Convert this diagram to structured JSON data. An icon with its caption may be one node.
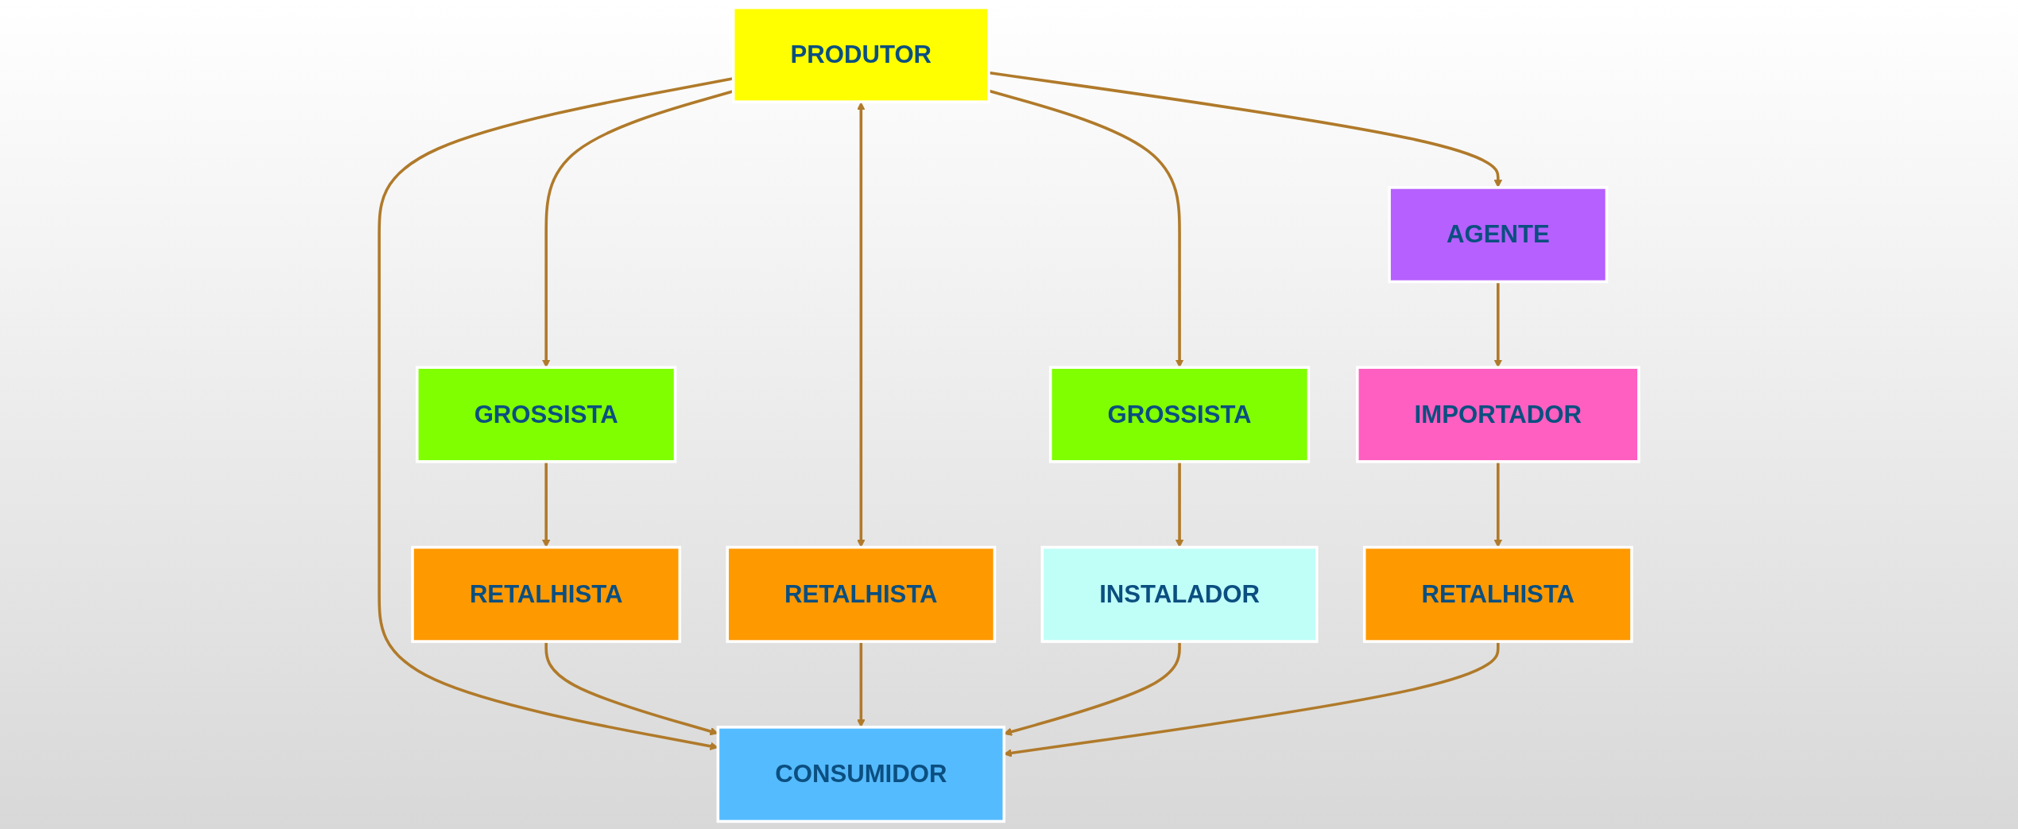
{
  "diagram": {
    "nodes": [
      {
        "text": [
          "PRODUTOR"
        ]
      },
      {
        "text": [
          "GROSSISTA"
        ]
      },
      {
        "text": [
          "GROSSISTA"
        ]
      },
      {
        "text": [
          "AGENTE"
        ]
      },
      {
        "text": [
          "RETALHISTA"
        ]
      },
      {
        "text": [
          "RETALHISTA"
        ]
      },
      {
        "text": [
          "INSTALADOR"
        ]
      },
      {
        "text": [
          "IMPORTADOR"
        ]
      },
      {
        "text": [
          "RETALHISTA"
        ]
      },
      {
        "text": [
          "CONSUMIDOR"
        ]
      }
    ],
    "edges": [
      {
        "from": 0,
        "to": 1,
        "arrow": "to"
      },
      {
        "from": 0,
        "to": 5,
        "arrow": "both"
      },
      {
        "from": 0,
        "to": 9,
        "arrow": "to"
      },
      {
        "from": 0,
        "to": 2,
        "arrow": "to"
      },
      {
        "from": 0,
        "to": 3,
        "arrow": "to"
      },
      {
        "from": 1,
        "to": 4,
        "arrow": "to"
      },
      {
        "from": 2,
        "to": 6,
        "arrow": "to"
      },
      {
        "from": 3,
        "to": 7,
        "arrow": "to"
      },
      {
        "from": 7,
        "to": 8,
        "arrow": "to"
      },
      {
        "from": 4,
        "to": 9,
        "arrow": "to"
      },
      {
        "from": 5,
        "to": 9,
        "arrow": "to"
      },
      {
        "from": 6,
        "to": 9,
        "arrow": "to"
      },
      {
        "from": 8,
        "to": 9,
        "arrow": "to"
      }
    ]
  }
}
